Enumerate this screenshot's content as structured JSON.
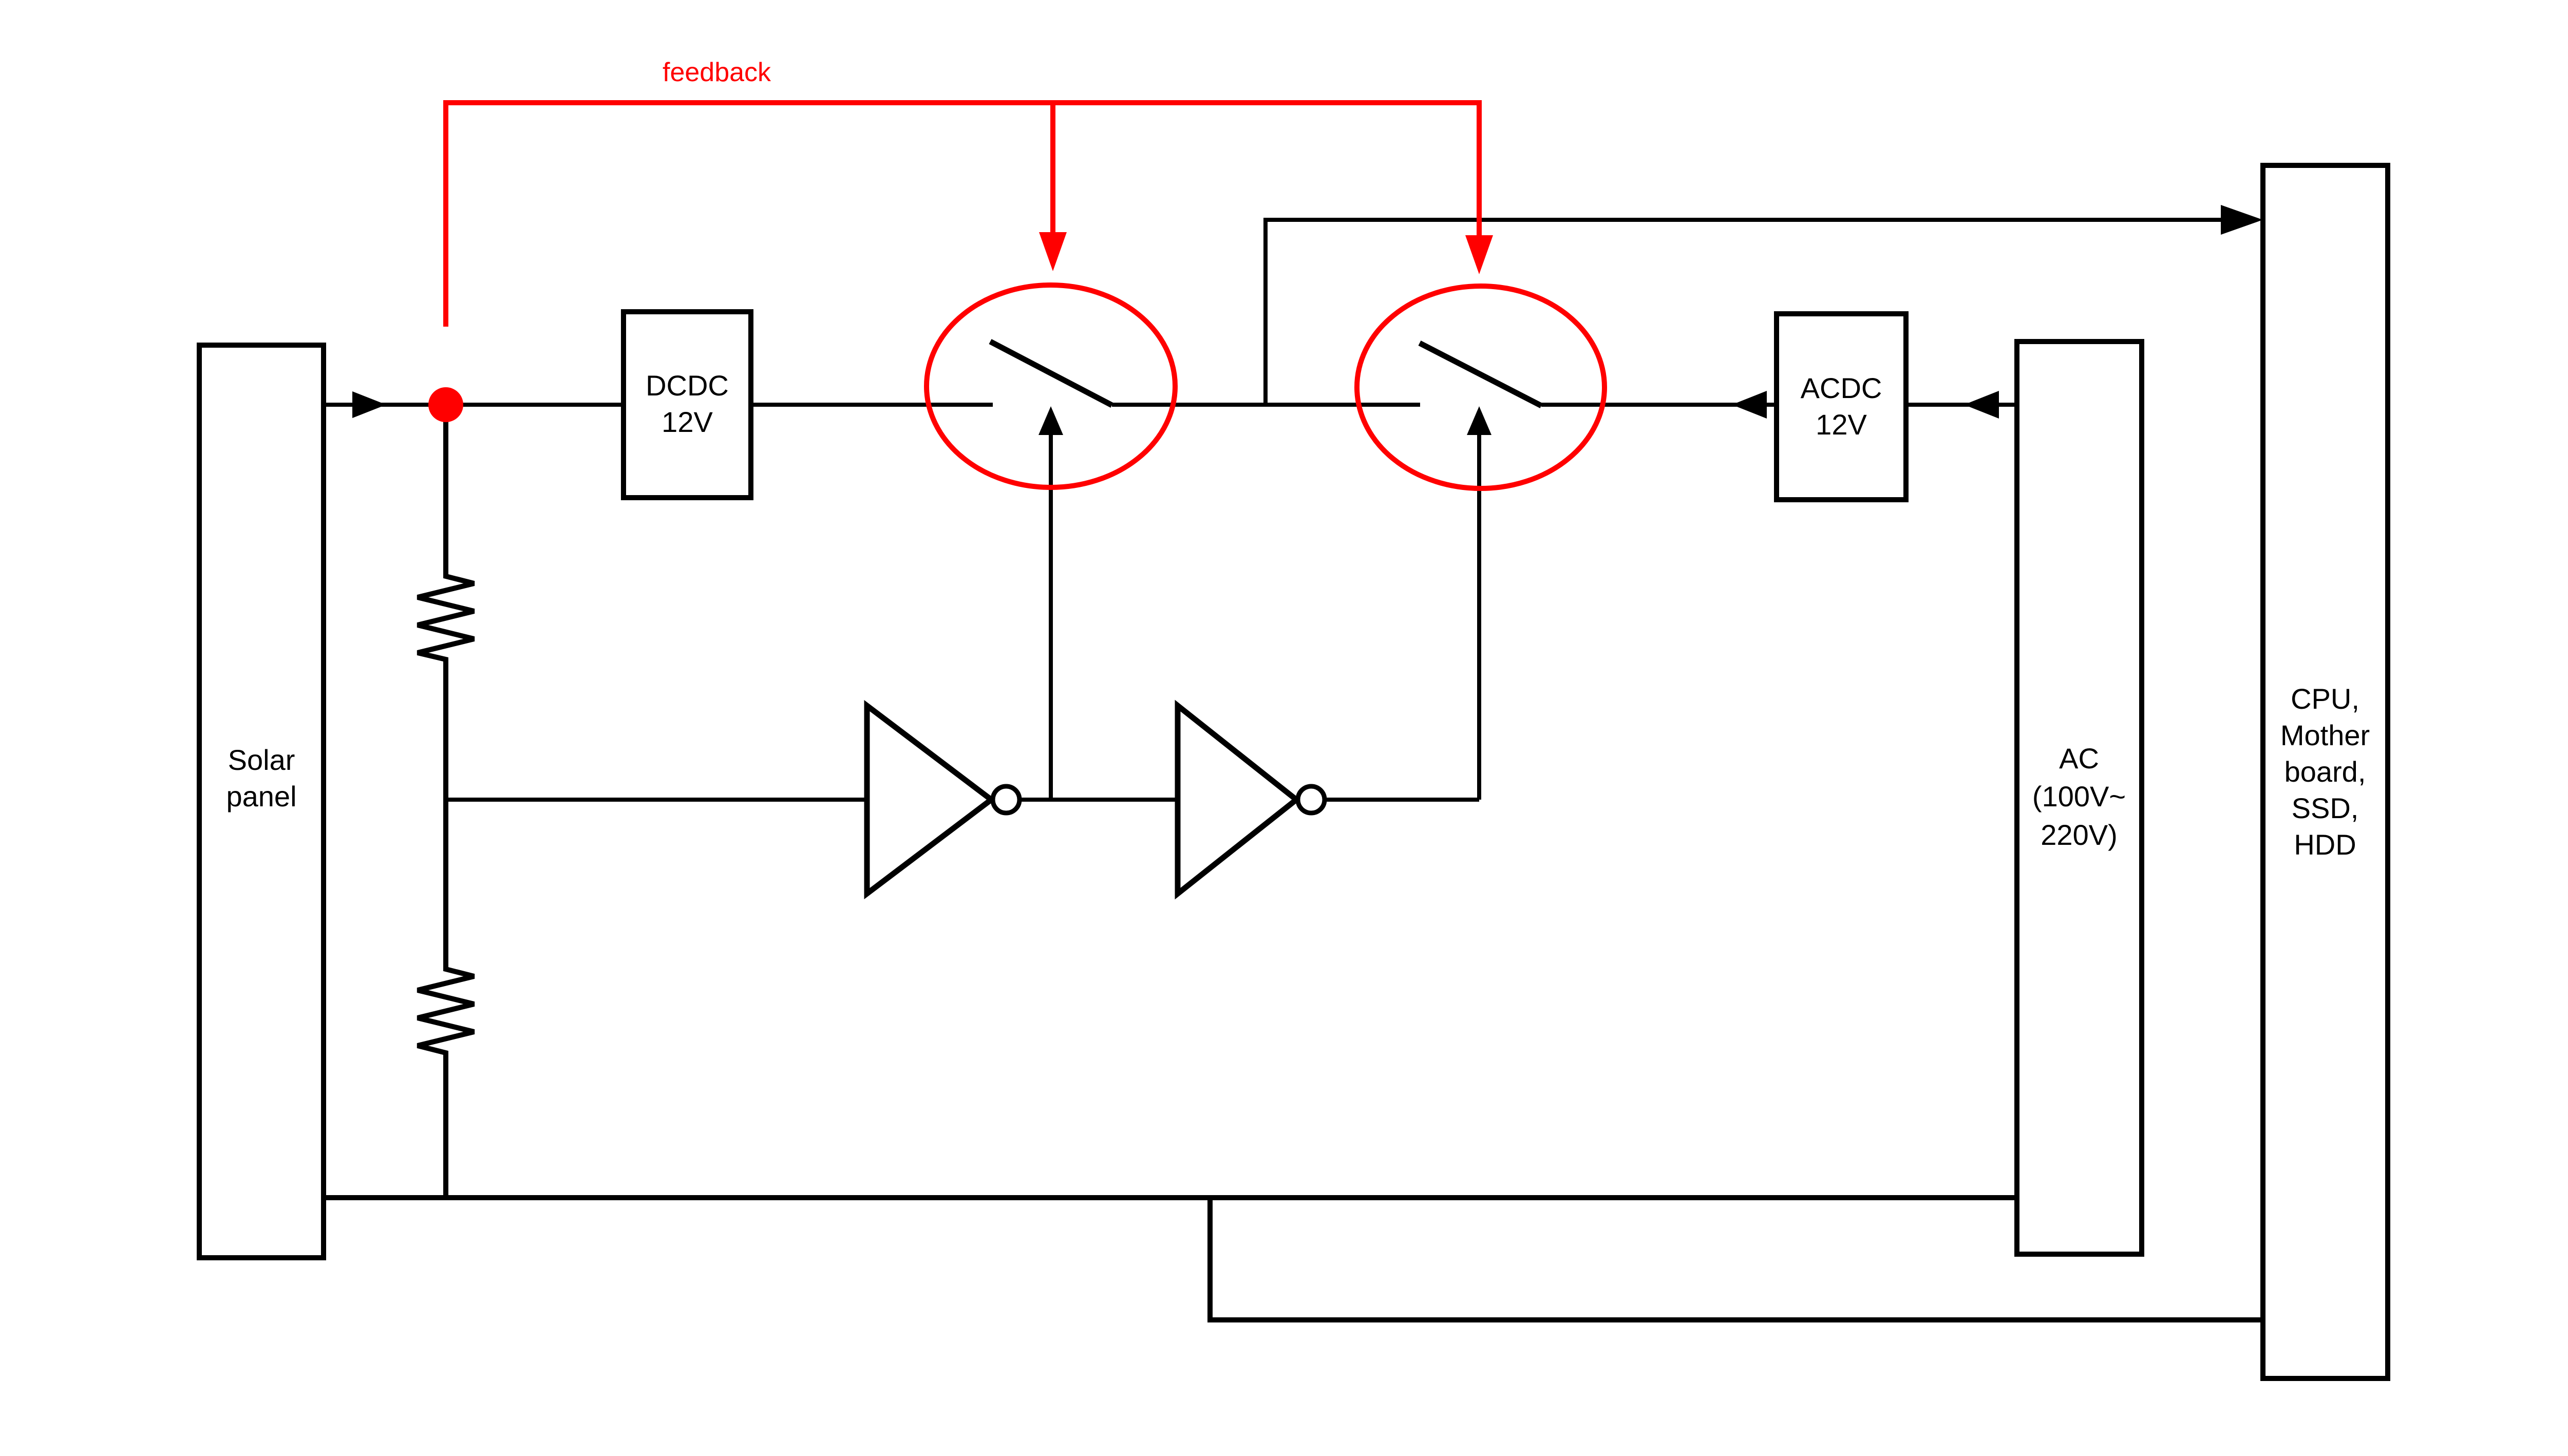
{
  "diagram": {
    "colors": {
      "line": "#000000",
      "accent": "#ff0000",
      "background": "#ffffff"
    },
    "labels": {
      "feedback": "feedback",
      "solar_panel": [
        "Solar",
        "panel"
      ],
      "dcdc_converter": [
        "DCDC",
        "12V"
      ],
      "acdc_converter": [
        "ACDC",
        "12V"
      ],
      "ac_source": [
        "AC",
        "(100V~",
        "220V)"
      ],
      "computer_load": [
        "CPU,",
        "Mother",
        "board,",
        "SSD,",
        "HDD"
      ]
    }
  }
}
